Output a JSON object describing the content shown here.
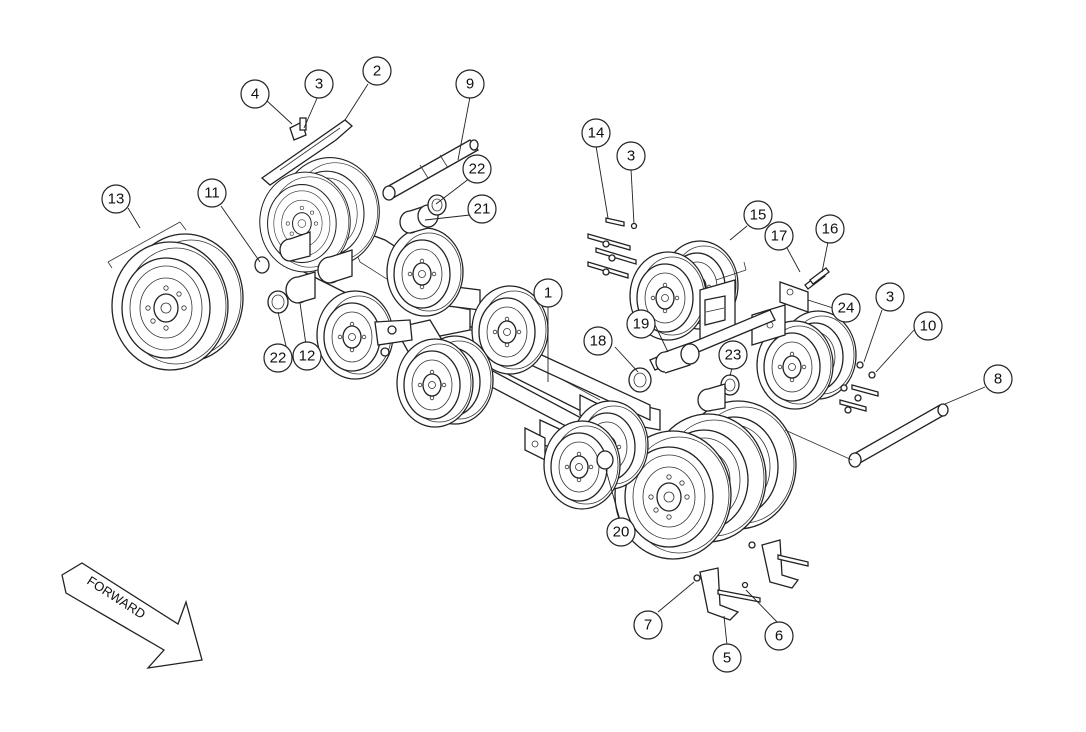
{
  "forward_label": "FORWARD",
  "callouts": [
    {
      "id": "c1",
      "label": "1"
    },
    {
      "id": "c2",
      "label": "2"
    },
    {
      "id": "c3a",
      "label": "3"
    },
    {
      "id": "c3b",
      "label": "3"
    },
    {
      "id": "c3c",
      "label": "3"
    },
    {
      "id": "c4",
      "label": "4"
    },
    {
      "id": "c5",
      "label": "5"
    },
    {
      "id": "c6",
      "label": "6"
    },
    {
      "id": "c7",
      "label": "7"
    },
    {
      "id": "c8",
      "label": "8"
    },
    {
      "id": "c9",
      "label": "9"
    },
    {
      "id": "c10",
      "label": "10"
    },
    {
      "id": "c11",
      "label": "11"
    },
    {
      "id": "c12",
      "label": "12"
    },
    {
      "id": "c13",
      "label": "13"
    },
    {
      "id": "c14",
      "label": "14"
    },
    {
      "id": "c15",
      "label": "15"
    },
    {
      "id": "c16",
      "label": "16"
    },
    {
      "id": "c17",
      "label": "17"
    },
    {
      "id": "c18",
      "label": "18"
    },
    {
      "id": "c19",
      "label": "19"
    },
    {
      "id": "c20",
      "label": "20"
    },
    {
      "id": "c21",
      "label": "21"
    },
    {
      "id": "c22a",
      "label": "22"
    },
    {
      "id": "c22b",
      "label": "22"
    },
    {
      "id": "c23",
      "label": "23"
    },
    {
      "id": "c24",
      "label": "24"
    }
  ]
}
